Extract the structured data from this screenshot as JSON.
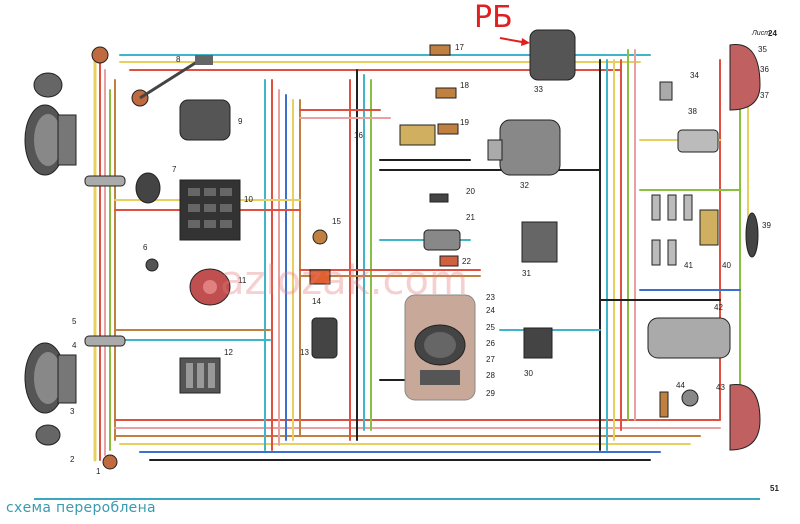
{
  "header": {
    "handwritten_label": "РБ",
    "sheet_label": "Лист",
    "sheet_number": "24"
  },
  "watermark": "azlozak.com",
  "footer": {
    "caption": "схема переробленa",
    "page_number": "51"
  },
  "callouts_left": [
    "8",
    "9",
    "10",
    "7",
    "6",
    "5",
    "4",
    "3",
    "2",
    "1",
    "11",
    "12",
    "13",
    "14",
    "15",
    "16"
  ],
  "callouts_mid": [
    "17",
    "18",
    "19",
    "20",
    "21",
    "22",
    "23",
    "24",
    "25",
    "26",
    "27",
    "28",
    "29",
    "30",
    "31",
    "32",
    "33"
  ],
  "callouts_right": [
    "34",
    "35",
    "36",
    "37",
    "38",
    "39",
    "40",
    "41",
    "42",
    "43",
    "44"
  ],
  "colors": {
    "wire_red": "#e05040",
    "wire_blue": "#3c6fd0",
    "wire_cyan": "#40b4c8",
    "wire_green": "#8ac040",
    "wire_yellow": "#e8d060",
    "wire_black": "#202020",
    "wire_brown": "#c08040",
    "wire_pink": "#e8a0a0",
    "accent_red": "#e02020",
    "footer_teal": "#3a9ab0"
  }
}
